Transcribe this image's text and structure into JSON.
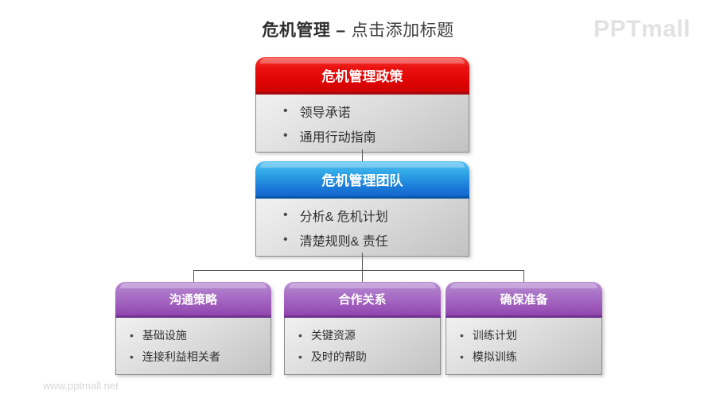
{
  "page": {
    "title": {
      "bold": "危机管理",
      "separator": "–",
      "placeholder": "点击添加标题"
    },
    "logo": "PPTmall",
    "watermark": "www.pptmall.net"
  },
  "colors": {
    "red_accent": "#df0404",
    "blue_accent": "#1b7ad8",
    "purple_accent": "#9a55b8",
    "body_gray_top": "#f1f1f1",
    "body_gray_bottom": "#c2c2c2",
    "connector": "#555555"
  },
  "boxes": [
    {
      "header": "危机管理政策",
      "accent": "red",
      "bullets": [
        "领导承诺",
        "通用行动指南"
      ]
    },
    {
      "header": "危机管理团队",
      "accent": "blue",
      "bullets": [
        "分析& 危机计划",
        "清楚规则& 责任"
      ]
    },
    {
      "header": "沟通策略",
      "accent": "purple",
      "bullets": [
        "基础设施",
        "连接利益相关者"
      ]
    },
    {
      "header": "合作关系",
      "accent": "purple",
      "bullets": [
        "关键资源",
        "及时的帮助"
      ]
    },
    {
      "header": "确保准备",
      "accent": "purple",
      "bullets": [
        "训练计划",
        "模拟训练"
      ]
    }
  ]
}
